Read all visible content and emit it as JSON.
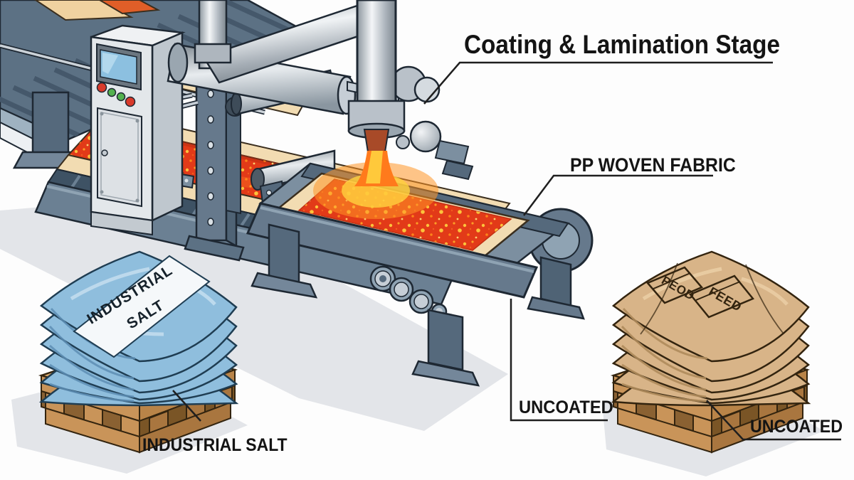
{
  "title": "Coating & Lamination Stage",
  "labels": {
    "fabric": "PP WOVEN FABRIC",
    "uncoated_center": "UNCOATED",
    "uncoated_right": "UNCOATED",
    "salt_caption": "INDUSTRIAL SALT"
  },
  "bags": {
    "salt": {
      "line1": "INDUSTRIAL",
      "line2": "SALT",
      "layers": 6,
      "bag_color": "#8FBEDD"
    },
    "feed": {
      "left_print": "PEOD",
      "right_print": "FEED",
      "layers": 6,
      "bag_color": "#D8B488"
    }
  },
  "machine": {
    "control_buttons": [
      "red",
      "green",
      "green",
      "red"
    ],
    "screen_color": "#8CC0E0",
    "molten_color": "#E23A18",
    "molten_speckle_color": "#FFD23F",
    "fabric_color": "#F2DCB2",
    "frame_color": "#66798C",
    "pallet_wood_color": "#DCA96B",
    "shadow_color": "#E3E5E9"
  }
}
